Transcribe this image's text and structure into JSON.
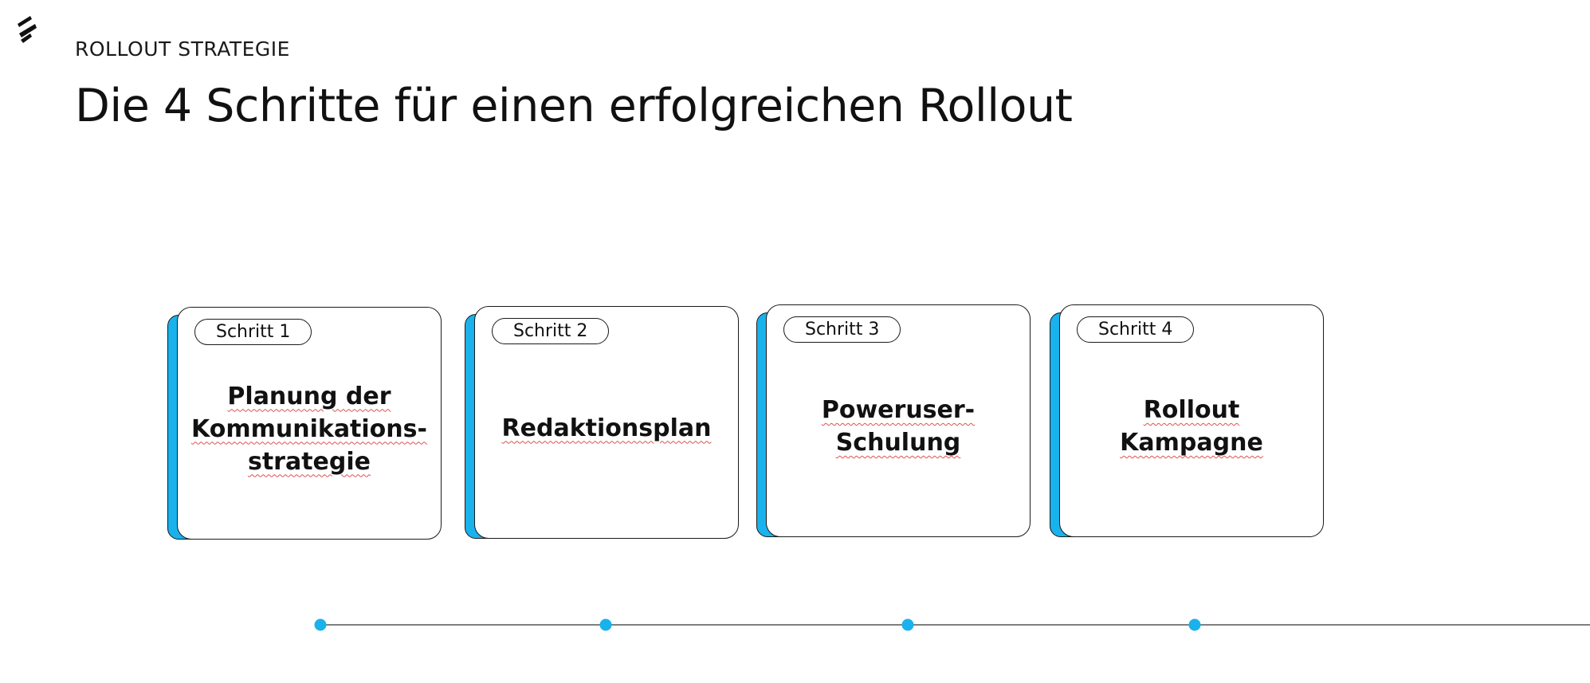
{
  "slide": {
    "eyebrow": "ROLLOUT STRATEGIE",
    "headline": "Die 4 Schritte für einen erfolgreichen Rollout"
  },
  "logo": {
    "icon": "brand-slash-icon",
    "color": "#111111"
  },
  "steps": [
    {
      "label": "Schritt 1",
      "title": "Planung der\nKommunikations-\nstrategie"
    },
    {
      "label": "Schritt 2",
      "title": "Redaktionsplan"
    },
    {
      "label": "Schritt 3",
      "title": "Poweruser-\nSchulung"
    },
    {
      "label": "Schritt 4",
      "title": "Rollout\nKampagne"
    }
  ],
  "colors": {
    "accent": "#1ab2ec",
    "outline": "#1a1a1a",
    "spellcheck_underline": "#e05050",
    "timeline_line": "#555555"
  }
}
